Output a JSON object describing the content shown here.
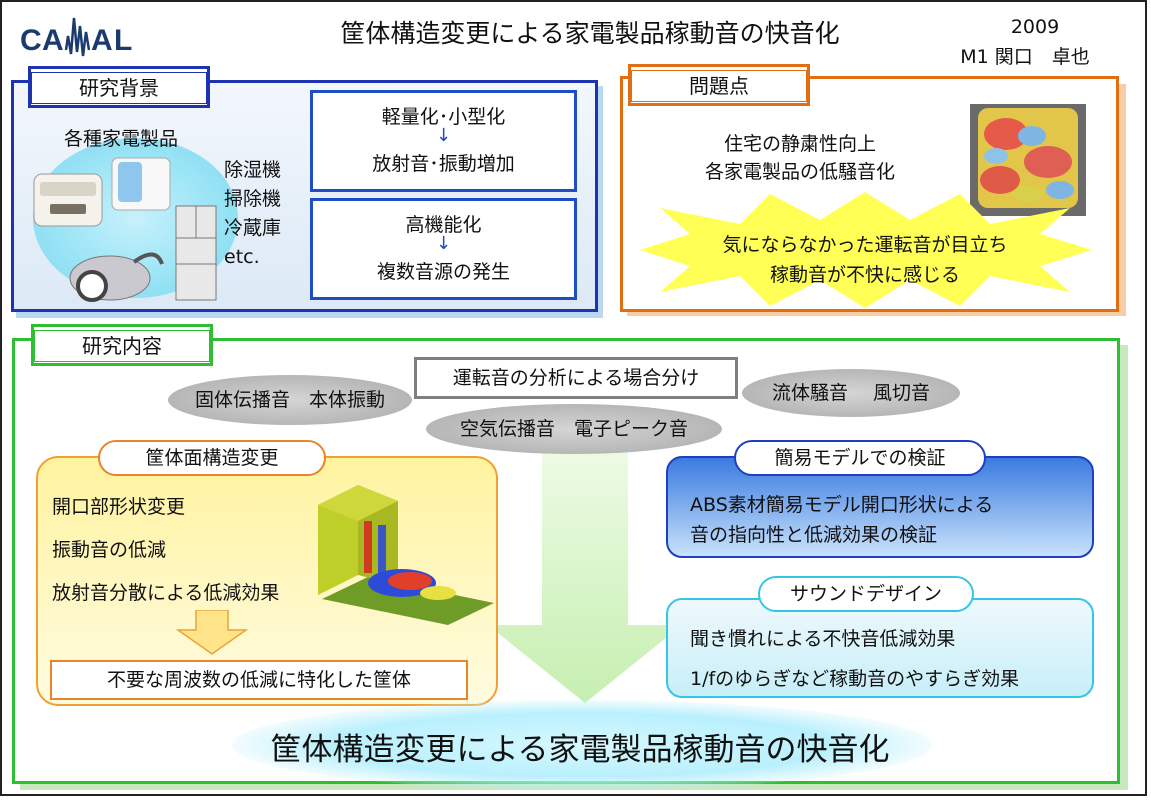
{
  "header": {
    "logo_text": "CAML",
    "title": "筐体構造変更による家電製品稼動音の快音化",
    "year": "2009",
    "author": "M1 関口　卓也"
  },
  "background": {
    "label": "研究背景",
    "appliances_caption": "各種家電製品",
    "appliance_list": [
      "除湿機",
      "掃除機",
      "冷蔵庫",
      "etc."
    ],
    "box1": {
      "top": "軽量化･小型化",
      "bottom": "放射音･振動増加"
    },
    "box2": {
      "top": "高機能化",
      "bottom": "複数音源の発生"
    }
  },
  "problem": {
    "label": "問題点",
    "lines": [
      "住宅の静粛性向上",
      "各家電製品の低騒音化"
    ],
    "burst_lines": [
      "気にならなかった運転音が目立ち",
      "稼動音が不快に感じる"
    ]
  },
  "content": {
    "label": "研究内容",
    "center_box": "運転音の分析による場合分け",
    "oval_left": "固体伝播音　本体振動",
    "oval_right": "流体騒音　 風切音",
    "oval_center": "空気伝播音　電子ピーク音",
    "structure": {
      "title": "筐体面構造変更",
      "items": [
        "開口部形状変更",
        "振動音の低減",
        "放射音分散による低減効果"
      ],
      "result": "不要な周波数の低減に特化した筐体"
    },
    "model": {
      "title": "簡易モデルでの検証",
      "lines": [
        "ABS素材簡易モデル開口形状による",
        "音の指向性と低減効果の検証"
      ]
    },
    "sound": {
      "title": "サウンドデザイン",
      "lines": [
        "聞き慣れによる不快音低減効果",
        "1/fのゆらぎなど稼動音のやすらぎ効果"
      ]
    },
    "conclusion": "筐体構造変更による家電製品稼動音の快音化"
  },
  "colors": {
    "blue_frame": "#1d33b0",
    "orange_frame": "#e16e12",
    "green_frame": "#2fbd33",
    "burst_yellow": "#ffff55"
  }
}
